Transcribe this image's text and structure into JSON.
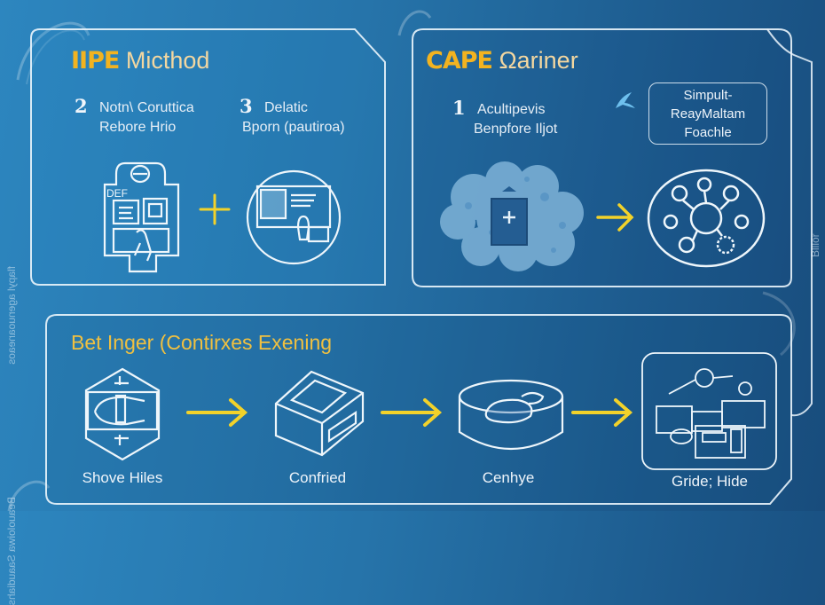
{
  "panels": {
    "method": {
      "title_accent": "IIPE",
      "title_rest": "Micthod",
      "steps": [
        {
          "number": "2",
          "line1": "Notn\\ Coruttica",
          "line2": "Rebore Hrio"
        },
        {
          "number": "3",
          "line1": "Delatic",
          "line2": "Bporn (pautiroa)"
        }
      ],
      "icons": [
        "document-board-icon",
        "plus-icon",
        "circle-screen-icon"
      ],
      "doc_label": "DEF"
    },
    "cape": {
      "title_accent": "CAPE",
      "title_rest": "Ωariner",
      "steps": [
        {
          "number": "1",
          "line1": "Acultipevis",
          "line2": "Benpfore Iljot"
        }
      ],
      "note_box": [
        "Simpult-",
        "ReayMaltam",
        "Foachle"
      ],
      "icons": [
        "cloud-device-icon",
        "arrow-right-icon",
        "network-circle-icon",
        "bird-icon"
      ]
    },
    "process": {
      "title": "Bet Inger (Contirxes Exening",
      "stages": [
        {
          "label": "Shove Hiles",
          "icon": "hexagon-document-icon"
        },
        {
          "label": "Confried",
          "icon": "box-icon"
        },
        {
          "label": "Cenhye",
          "icon": "cylinder-icon"
        },
        {
          "label": "Gride; Hide",
          "icon": "dashboard-icon"
        }
      ]
    }
  },
  "side_text": {
    "left": [
      "Beauoloiwa Saaudiahs",
      "flapyl agenuoaneaos"
    ],
    "right": "Blllör"
  },
  "colors": {
    "accent": "#f2b320",
    "arrow": "#f2d22a",
    "line": "#eaf4fb"
  }
}
